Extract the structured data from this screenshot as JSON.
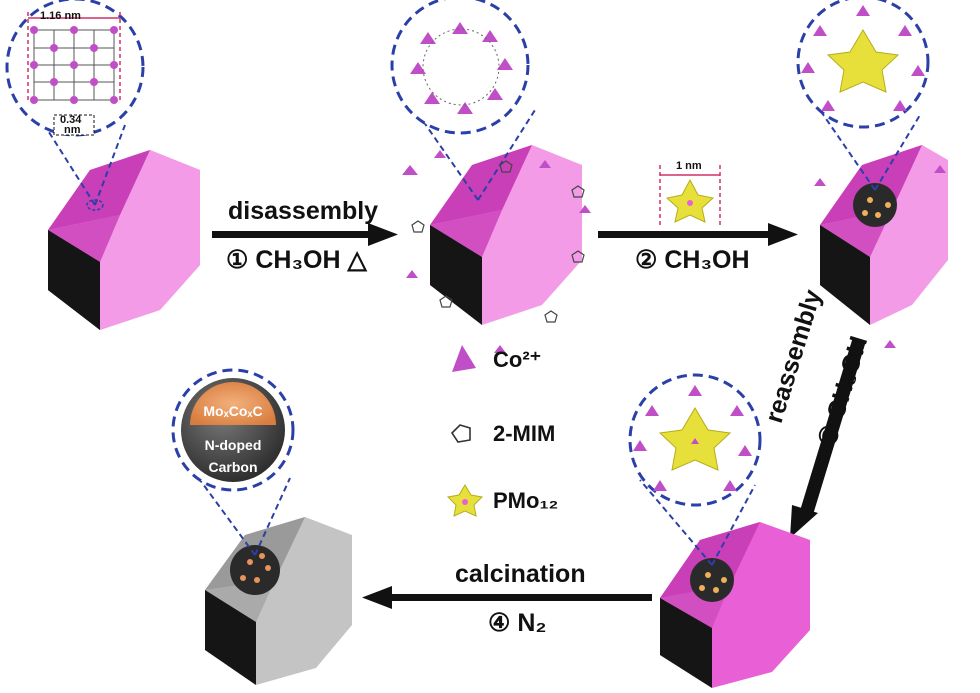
{
  "steps": {
    "step1": {
      "top": "disassembly",
      "bottom": "① CH₃OH △"
    },
    "step2": {
      "bottom": "② CH₃OH"
    },
    "step3": {
      "top": "reassembly",
      "bottom": "③ CH₃OH"
    },
    "step4": {
      "top": "calcination",
      "bottom": "④ N₂"
    }
  },
  "annotations": {
    "pore_width": "1.16 nm",
    "window": "0.34",
    "window_unit": "nm",
    "cluster_size": "1 nm"
  },
  "legend": {
    "co": "Co²⁺",
    "mim": "2-MIM",
    "pmo": "PMo₁₂"
  },
  "core_shell": {
    "core": "MoₓCoₓC",
    "shell_line1": "N-doped",
    "shell_line2": "Carbon"
  },
  "colors": {
    "zif": "#e85fd6",
    "zif_light": "#f08ee3",
    "carbon_gray": "#a9a9a9",
    "dash_blue": "#2b3fa8",
    "pmo_yellow": "#e8e03a",
    "core_orange": "#e7935a"
  }
}
